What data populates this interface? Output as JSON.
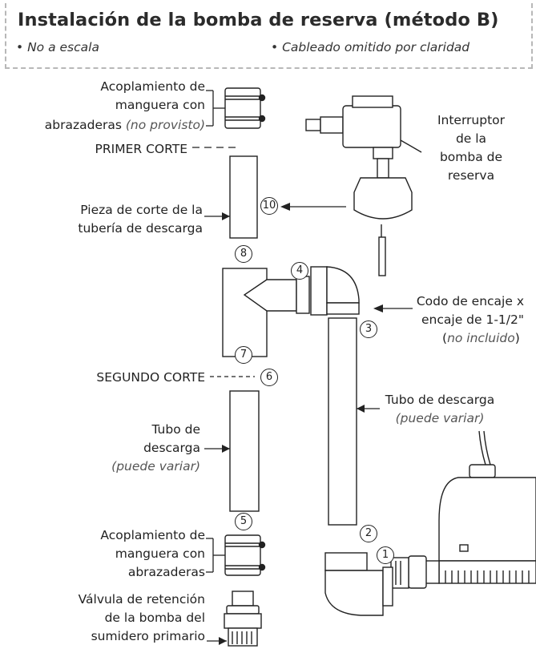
{
  "title": "Instalación de la bomba de reserva (método B)",
  "notes": {
    "scale": "• No a escala",
    "wiring": "• Cableado omitido por claridad"
  },
  "labels": {
    "coupling_top_l1": "Acoplamiento de",
    "coupling_top_l2": "manguera con",
    "coupling_top_l3": "abrazaderas ",
    "coupling_top_note": "(no provisto)",
    "first_cut": "PRIMER CORTE",
    "switch_l1": "Interruptor",
    "switch_l2": "de la",
    "switch_l3": "bomba de",
    "switch_l4": "reserva",
    "cut_piece_l1": "Pieza de corte de la",
    "cut_piece_l2": "tubería de descarga",
    "elbow_l1": "Codo de encaje x",
    "elbow_l2": "encaje de 1-1/2\"",
    "elbow_l3a": "(",
    "elbow_l3b": "no incluido",
    "elbow_l3c": ")",
    "second_cut": "SEGUNDO CORTE",
    "discharge_right_l1": "Tubo de descarga",
    "discharge_right_note": "(puede variar)",
    "discharge_left_l1": "Tubo de",
    "discharge_left_l2": "descarga",
    "discharge_left_note": "(puede variar)",
    "coupling_bot_l1": "Acoplamiento de",
    "coupling_bot_l2": "manguera con",
    "coupling_bot_l3": "abrazaderas",
    "valve_l1": "Válvula de retención",
    "valve_l2": "de la bomba del",
    "valve_l3": "sumidero primario"
  },
  "step_numbers": [
    "1",
    "2",
    "3",
    "4",
    "5",
    "6",
    "7",
    "8",
    "10"
  ]
}
